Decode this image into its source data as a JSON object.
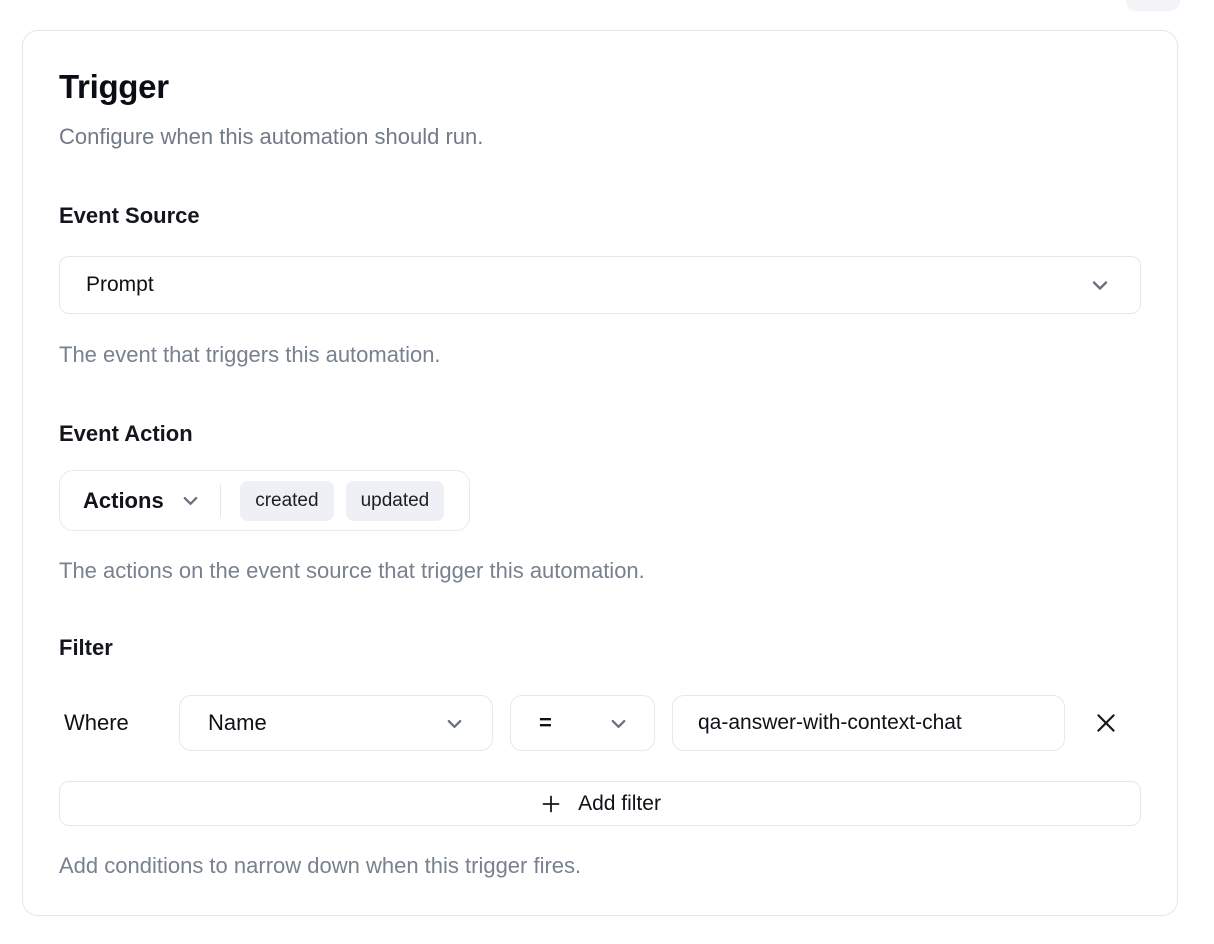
{
  "card": {
    "title": "Trigger",
    "subtitle": "Configure when this automation should run."
  },
  "event_source": {
    "label": "Event Source",
    "selected_value": "Prompt",
    "help": "The event that triggers this automation."
  },
  "event_action": {
    "label": "Event Action",
    "dropdown_label": "Actions",
    "selected_actions": [
      "created",
      "updated"
    ],
    "help": "The actions on the event source that trigger this automation."
  },
  "filter": {
    "label": "Filter",
    "where_label": "Where",
    "field_value": "Name",
    "operator_value": "=",
    "value": "qa-answer-with-context-chat",
    "add_button_label": "Add filter",
    "help": "Add conditions to narrow down when this trigger fires."
  },
  "icons": {
    "chevron_down": "chevron-down",
    "close": "x",
    "plus": "+"
  },
  "colors": {
    "card_border": "#e5e7ec",
    "control_border": "#e6e8ee",
    "text_primary": "#0f1117",
    "text_muted": "#78818f",
    "chip_background": "#eef0f6",
    "chevron": "#697180"
  }
}
